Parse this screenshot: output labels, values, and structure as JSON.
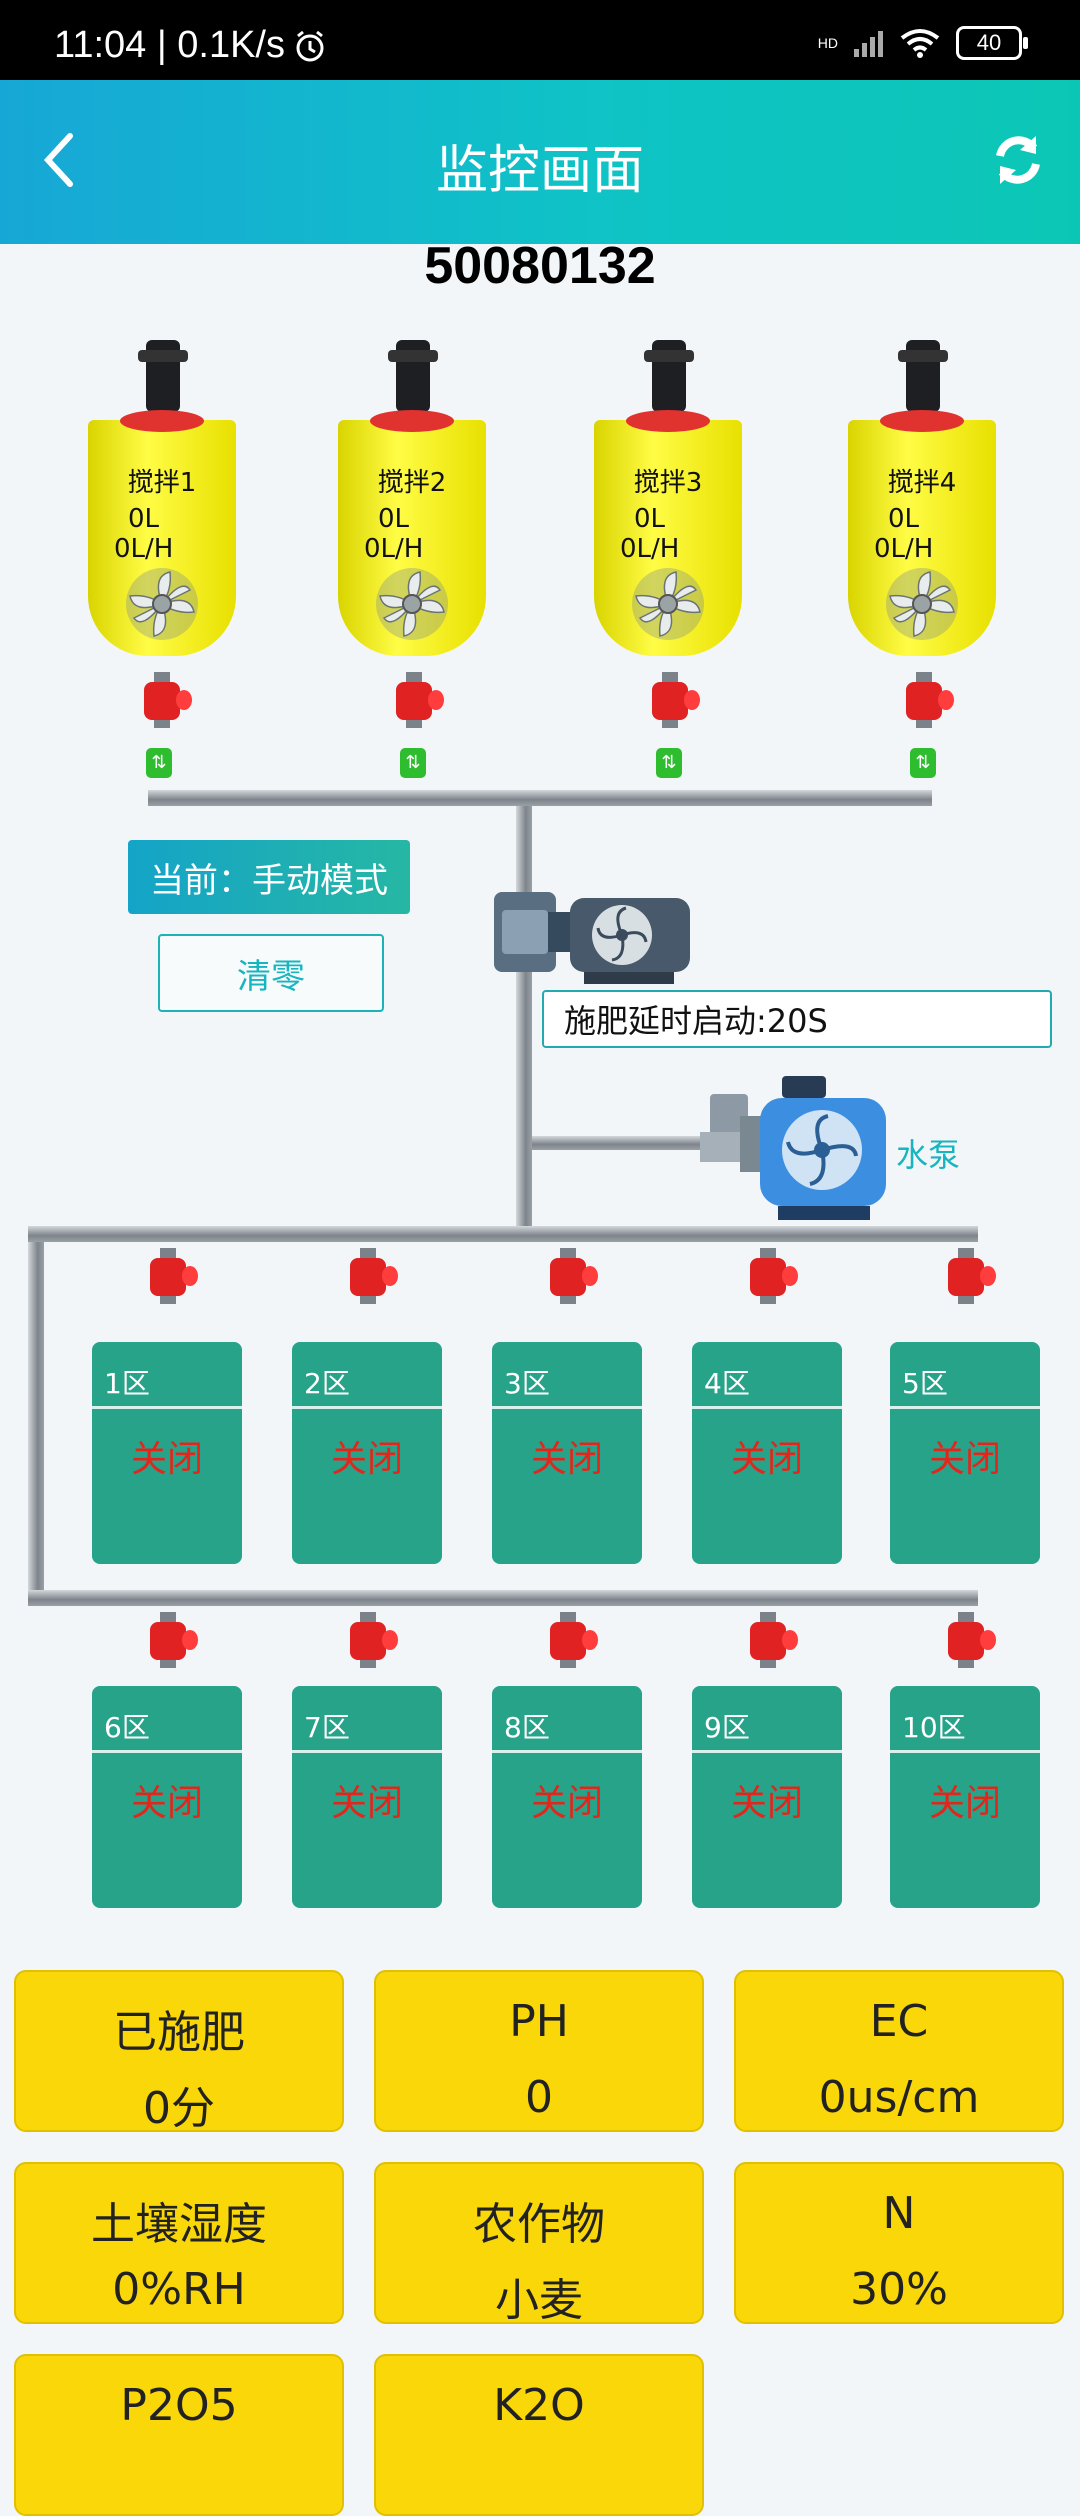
{
  "status_bar": {
    "time": "11:04 | 0.1K/s",
    "battery": "40",
    "network": "HD"
  },
  "header": {
    "title": "监控画面"
  },
  "device_id": "50080132",
  "tanks": [
    {
      "label": "搅拌1",
      "volume": "0L",
      "rate": "0L/H"
    },
    {
      "label": "搅拌2",
      "volume": "0L",
      "rate": "0L/H"
    },
    {
      "label": "搅拌3",
      "volume": "0L",
      "rate": "0L/H"
    },
    {
      "label": "搅拌4",
      "volume": "0L",
      "rate": "0L/H"
    }
  ],
  "controls": {
    "mode": "当前：手动模式",
    "clear": "清零",
    "delay": "施肥延时启动:20S",
    "pump": "水泵"
  },
  "zones": [
    {
      "name": "1区",
      "status": "关闭"
    },
    {
      "name": "2区",
      "status": "关闭"
    },
    {
      "name": "3区",
      "status": "关闭"
    },
    {
      "name": "4区",
      "status": "关闭"
    },
    {
      "name": "5区",
      "status": "关闭"
    },
    {
      "name": "6区",
      "status": "关闭"
    },
    {
      "name": "7区",
      "status": "关闭"
    },
    {
      "name": "8区",
      "status": "关闭"
    },
    {
      "name": "9区",
      "status": "关闭"
    },
    {
      "name": "10区",
      "status": "关闭"
    }
  ],
  "stats": [
    {
      "title": "已施肥",
      "value": "0分"
    },
    {
      "title": "PH",
      "value": "0"
    },
    {
      "title": "EC",
      "value": "0us/cm"
    },
    {
      "title": "土壤湿度",
      "value": "0%RH"
    },
    {
      "title": "农作物",
      "value": "小麦"
    },
    {
      "title": "N",
      "value": "30%"
    },
    {
      "title": "P2O5",
      "value": ""
    },
    {
      "title": "K2O",
      "value": ""
    }
  ],
  "icons": {
    "back": "chevron-left-icon",
    "refresh": "refresh-icon",
    "alarm": "alarm-clock-icon",
    "wifi": "wifi-icon",
    "signal": "signal-icon",
    "fan": "fan-icon",
    "pump": "pump-icon"
  },
  "colors": {
    "header_start": "#17a7d6",
    "header_end": "#0cc6b5",
    "tank": "#fffc45",
    "zone": "#27a38a",
    "zone_status": "#e4251b",
    "card": "#f9d708"
  }
}
